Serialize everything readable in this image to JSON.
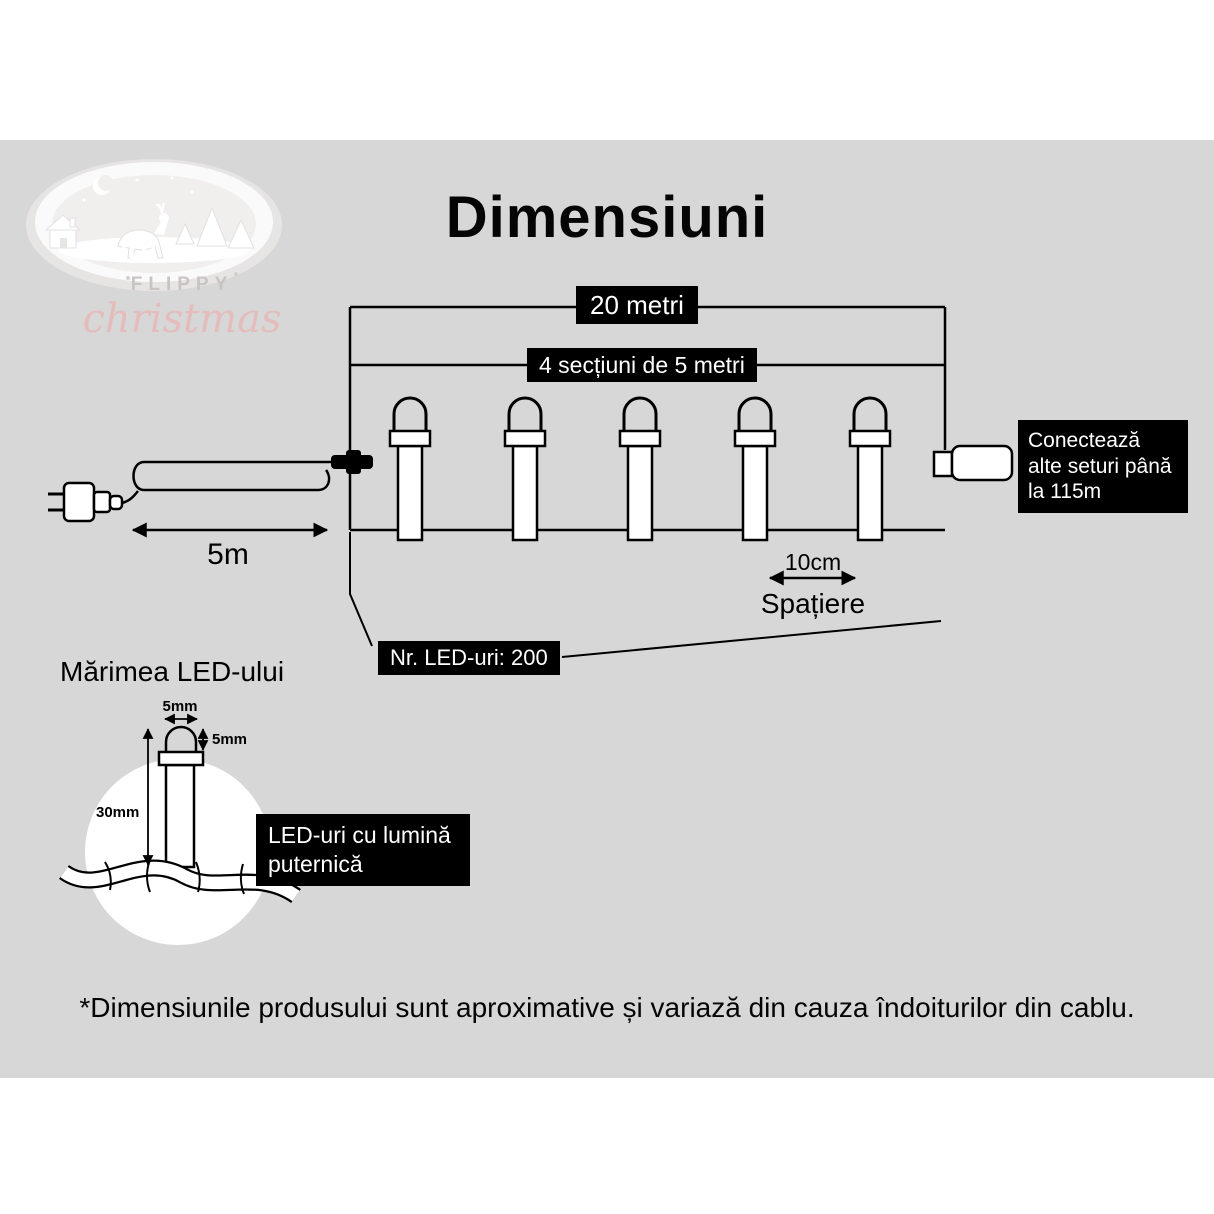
{
  "title": "Dimensiuni",
  "logo": {
    "brand": "FLIPPY",
    "script": "christmas"
  },
  "diagram": {
    "total": "20 metri",
    "sections": "4 secțiuni de 5 metri",
    "connect": "Conectează alte seturi până la 115m",
    "lead": "5m",
    "spacing_value": "10cm",
    "spacing_label": "Spațiere",
    "leds": "Nr. LED-uri: 200"
  },
  "led": {
    "heading": "Mărimea LED-ului",
    "width": "5mm",
    "tip": "5mm",
    "length": "30mm",
    "note": "LED-uri cu lumină puternică"
  },
  "footer": "*Dimensiunile produsului sunt aproximative și variază din cauza îndoiturilor din cablu.",
  "colors": {
    "panel": "#d7d7d7",
    "box_bg": "#000000",
    "box_text": "#ffffff",
    "line": "#000000",
    "logo_script": "#e4bcbc",
    "logo_brand": "#c8c4c4"
  }
}
